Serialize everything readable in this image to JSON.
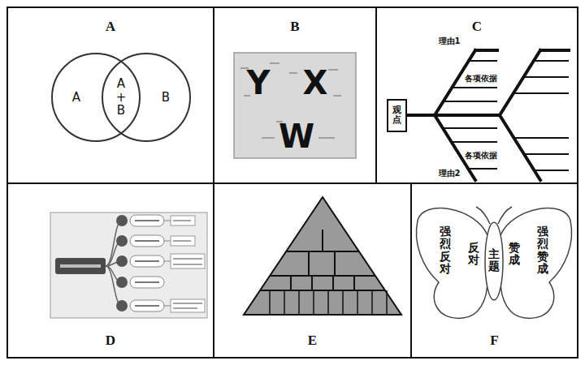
{
  "diagram": {
    "nodes": [
      {
        "text": [
          "A"
        ]
      },
      {
        "text": [
          "B"
        ]
      },
      {
        "text": [
          "C"
        ]
      },
      {
        "text": [
          "D"
        ]
      },
      {
        "text": [
          "E"
        ]
      },
      {
        "text": [
          "F"
        ]
      },
      {
        "text": [
          "A"
        ],
        "in": 0
      },
      {
        "text": [
          "B"
        ],
        "in": 0
      },
      {
        "text": [
          "观点"
        ],
        "in": 2
      }
    ],
    "labels": [
      "A + B",
      "Y",
      "X",
      "W",
      "理由1",
      "各项依据",
      "各项依据",
      "理由2",
      "强烈反对",
      "反对",
      "主题",
      "赞成",
      "强烈赞成"
    ]
  }
}
